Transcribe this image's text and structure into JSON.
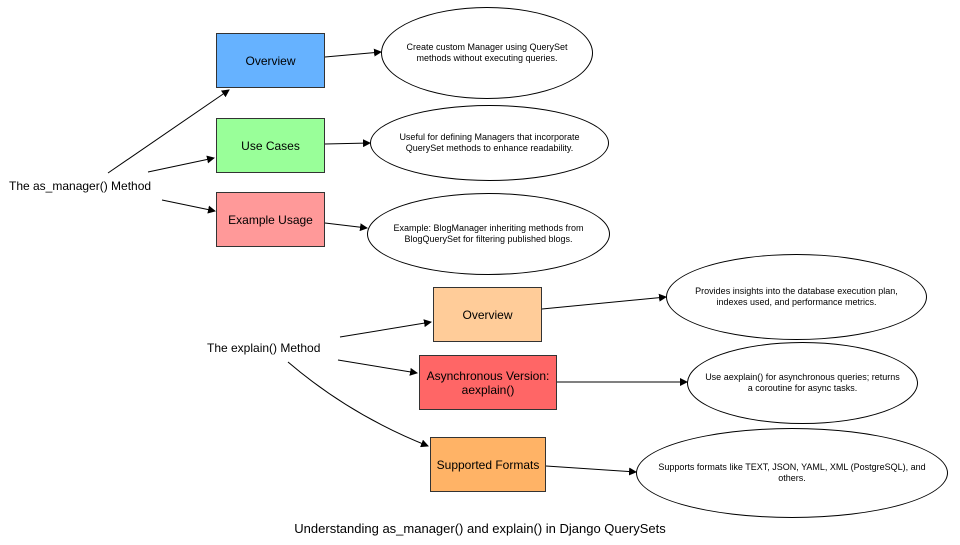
{
  "roots": {
    "as_manager": "The as_manager() Method",
    "explain": "The explain() Method"
  },
  "boxes": {
    "am_overview": {
      "label": "Overview",
      "color": "#66b2ff"
    },
    "am_use_cases": {
      "label": "Use Cases",
      "color": "#99ff99"
    },
    "am_example": {
      "label": "Example Usage",
      "color": "#ff9999"
    },
    "ex_overview": {
      "label": "Overview",
      "color": "#ffcc99"
    },
    "ex_async": {
      "label": "Asynchronous Version:\naexplain()",
      "color": "#ff6666"
    },
    "ex_formats": {
      "label": "Supported Formats",
      "color": "#ffb366"
    }
  },
  "notes": {
    "am_overview": "Create custom Manager using QuerySet methods without executing queries.",
    "am_use_cases": "Useful for defining Managers that incorporate QuerySet methods to enhance readability.",
    "am_example": "Example: BlogManager inheriting methods from BlogQuerySet for filtering published blogs.",
    "ex_overview": "Provides insights into the database execution plan, indexes used, and performance metrics.",
    "ex_async": "Use aexplain() for asynchronous queries; returns a coroutine for async tasks.",
    "ex_formats": "Supports formats like TEXT, JSON, YAML, XML (PostgreSQL), and others."
  },
  "caption": "Understanding as_manager() and explain() in Django QuerySets"
}
